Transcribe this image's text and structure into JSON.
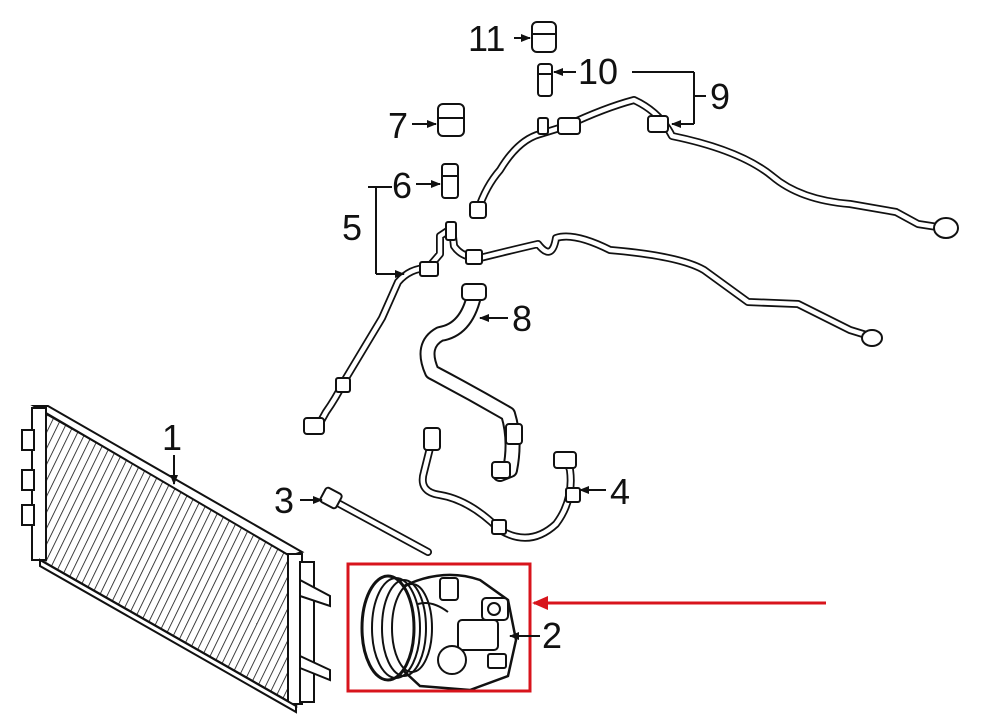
{
  "diagram": {
    "callouts": {
      "c1": "1",
      "c2": "2",
      "c3": "3",
      "c4": "4",
      "c5": "5",
      "c6": "6",
      "c7": "7",
      "c8": "8",
      "c9": "9",
      "c10": "10",
      "c11": "11"
    },
    "highlight_color": "#d8141c",
    "line_color": "#111111"
  }
}
